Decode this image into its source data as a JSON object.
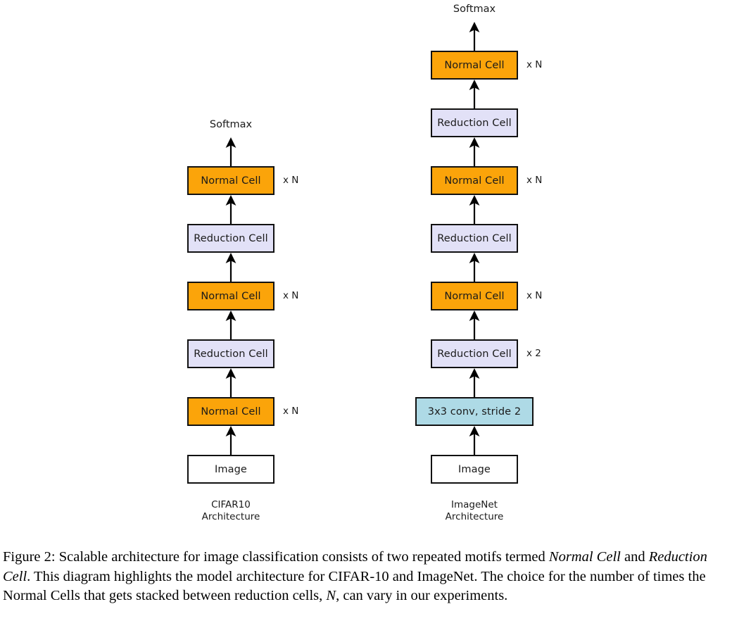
{
  "figure": {
    "softmax_label": "Softmax",
    "columns": [
      {
        "id": "cifar",
        "caption_line1": "CIFAR10",
        "caption_line2": "Architecture",
        "nodes": [
          {
            "label": "Normal Cell",
            "type": "normal",
            "mult": "x N"
          },
          {
            "label": "Reduction Cell",
            "type": "reduction",
            "mult": ""
          },
          {
            "label": "Normal Cell",
            "type": "normal",
            "mult": "x N"
          },
          {
            "label": "Reduction Cell",
            "type": "reduction",
            "mult": ""
          },
          {
            "label": "Normal Cell",
            "type": "normal",
            "mult": "x N"
          },
          {
            "label": "Image",
            "type": "image",
            "mult": ""
          }
        ]
      },
      {
        "id": "imagenet",
        "caption_line1": "ImageNet",
        "caption_line2": "Architecture",
        "nodes": [
          {
            "label": "Normal Cell",
            "type": "normal",
            "mult": "x N"
          },
          {
            "label": "Reduction Cell",
            "type": "reduction",
            "mult": ""
          },
          {
            "label": "Normal Cell",
            "type": "normal",
            "mult": "x N"
          },
          {
            "label": "Reduction Cell",
            "type": "reduction",
            "mult": ""
          },
          {
            "label": "Normal Cell",
            "type": "normal",
            "mult": "x N"
          },
          {
            "label": "Reduction Cell",
            "type": "reduction",
            "mult": "x 2"
          },
          {
            "label": "3x3 conv, stride 2",
            "type": "conv",
            "mult": ""
          },
          {
            "label": "Image",
            "type": "image",
            "mult": ""
          }
        ]
      }
    ],
    "colors": {
      "normal_cell": "#FBA40A",
      "reduction_cell": "#E2E1F7",
      "conv": "#AEDAE6",
      "image": "#FFFFFF",
      "outline": "#111111",
      "arrow": "#000000"
    }
  },
  "caption": {
    "number": "Figure 2:",
    "full_text": "Figure 2: Scalable architecture for image classification consists of two repeated motifs termed Normal Cell and Reduction Cell. This diagram highlights the model architecture for CIFAR-10 and ImageNet. The choice for the number of times the Normal Cells that gets stacked between reduction cells, N, can vary in our experiments.",
    "part1": "Figure 2: Scalable architecture for image classification consists of two repeated motifs termed ",
    "em1": "Normal Cell",
    "part2": " and ",
    "em2": "Reduction Cell",
    "part3": ". This diagram highlights the model architecture for CIFAR-10 and ImageNet. The choice for the number of times the Normal Cells that gets stacked between reduction cells, ",
    "em3": "N",
    "part4": ", can vary in our experiments."
  }
}
